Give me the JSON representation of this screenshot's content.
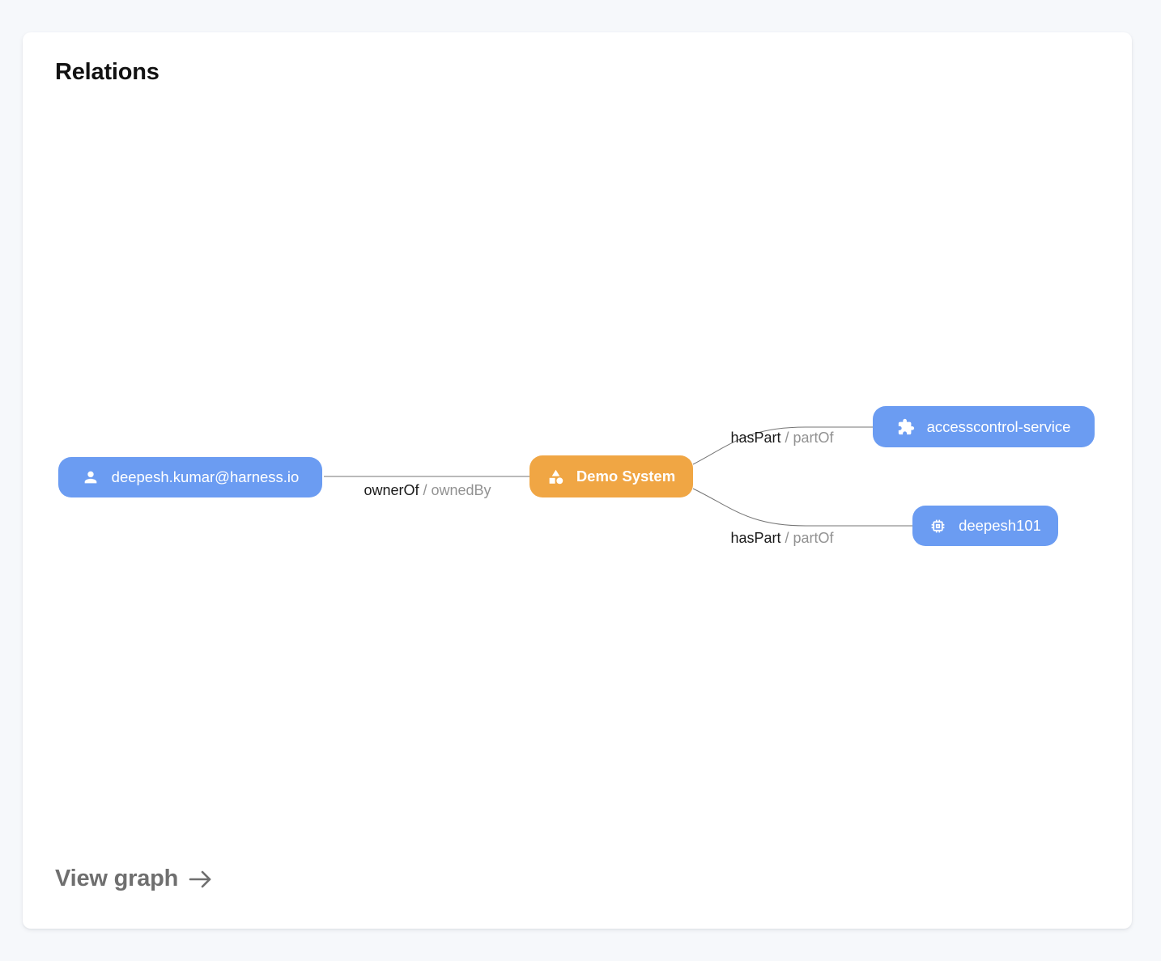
{
  "card": {
    "title": "Relations",
    "footer_link": "View graph"
  },
  "graph": {
    "nodes": [
      {
        "id": "user",
        "label": "deepesh.kumar@harness.io",
        "icon": "person-icon",
        "color": "#6b9cf2"
      },
      {
        "id": "system",
        "label": "Demo System",
        "icon": "category-icon",
        "color": "#f0a644"
      },
      {
        "id": "service",
        "label": "accesscontrol-service",
        "icon": "puzzle-icon",
        "color": "#6b9cf2"
      },
      {
        "id": "component",
        "label": "deepesh101",
        "icon": "chip-icon",
        "color": "#6b9cf2"
      }
    ],
    "edges": [
      {
        "from": "user",
        "to": "system",
        "label_primary": "ownerOf",
        "label_secondary": "/ ownedBy"
      },
      {
        "from": "system",
        "to": "service",
        "label_primary": "hasPart",
        "label_secondary": "/ partOf"
      },
      {
        "from": "system",
        "to": "component",
        "label_primary": "hasPart",
        "label_secondary": "/ partOf"
      }
    ]
  },
  "colors": {
    "page_background": "#f6f8fb",
    "card_background": "#ffffff",
    "node_blue": "#6b9cf2",
    "node_orange": "#f0a644",
    "edge_line": "#757575",
    "edge_label_primary": "#1a1a1a",
    "edge_label_secondary": "#929292",
    "footer_link": "#6f6f6f"
  }
}
